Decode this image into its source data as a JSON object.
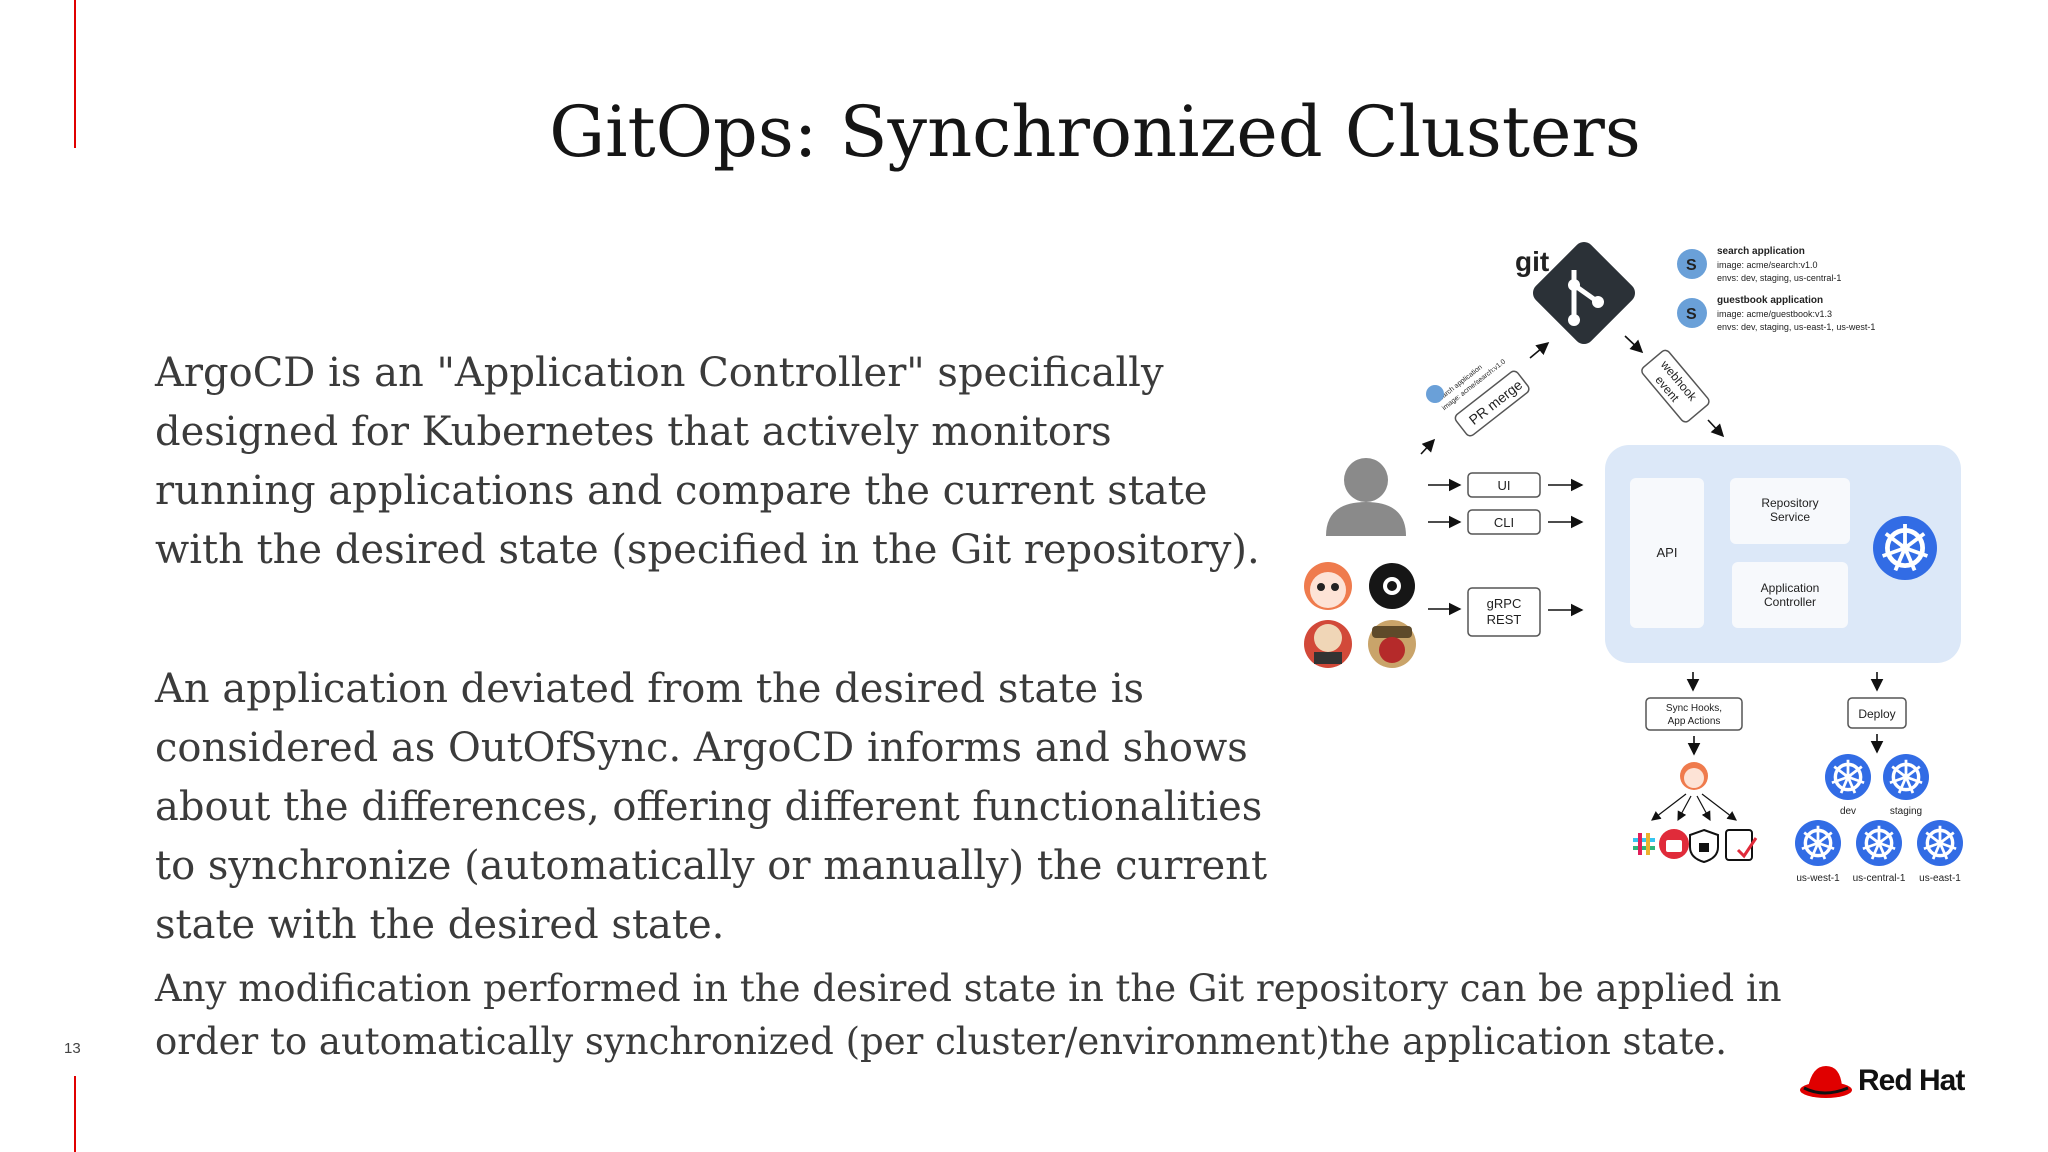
{
  "slide": {
    "title": "GitOps: Synchronized Clusters",
    "page_number": "13",
    "paragraphs": [
      "ArgoCD is an \"Application Controller\" specifically designed for Kubernetes that actively monitors running applications and compare the current state with the desired state (specified in the Git repository).",
      "An application deviated from the desired state is considered as OutOfSync. ArgoCD informs and shows about the differences, offering different functionalities to synchronize (automatically or manually) the current state with the desired state.",
      "Any modification performed in the desired state in the Git repository can be applied in order to automatically synchronized (per cluster/environment)the application state."
    ]
  },
  "diagram": {
    "git_label": "git",
    "apps": [
      {
        "name": "search application",
        "image": "image: acme/search:v1.0",
        "envs": "envs: dev, staging, us-central-1"
      },
      {
        "name": "guestbook application",
        "image": "image: acme/guestbook:v1.3",
        "envs": "envs: dev, staging, us-east-1, us-west-1"
      }
    ],
    "pr_merge": "PR merge",
    "pr_small_1": "search application",
    "pr_small_2": "image: acme/search:v1.0",
    "webhook": [
      "webhook",
      "event"
    ],
    "ui": "UI",
    "cli": "CLI",
    "grpc": [
      "gRPC",
      "REST"
    ],
    "api": "API",
    "repo_service": [
      "Repository",
      "Service"
    ],
    "app_controller": [
      "Application",
      "Controller"
    ],
    "sync_hooks": [
      "Sync Hooks,",
      "App Actions"
    ],
    "deploy": "Deploy",
    "clusters_top": [
      "dev",
      "staging"
    ],
    "clusters_bottom": [
      "us-west-1",
      "us-central-1",
      "us-east-1"
    ]
  },
  "logo": {
    "text": "Red Hat"
  },
  "colors": {
    "accent": "#e00000",
    "k8s_blue": "#326ce5",
    "panel_blue": "#dce8f8",
    "git_dark": "#2b3137"
  }
}
